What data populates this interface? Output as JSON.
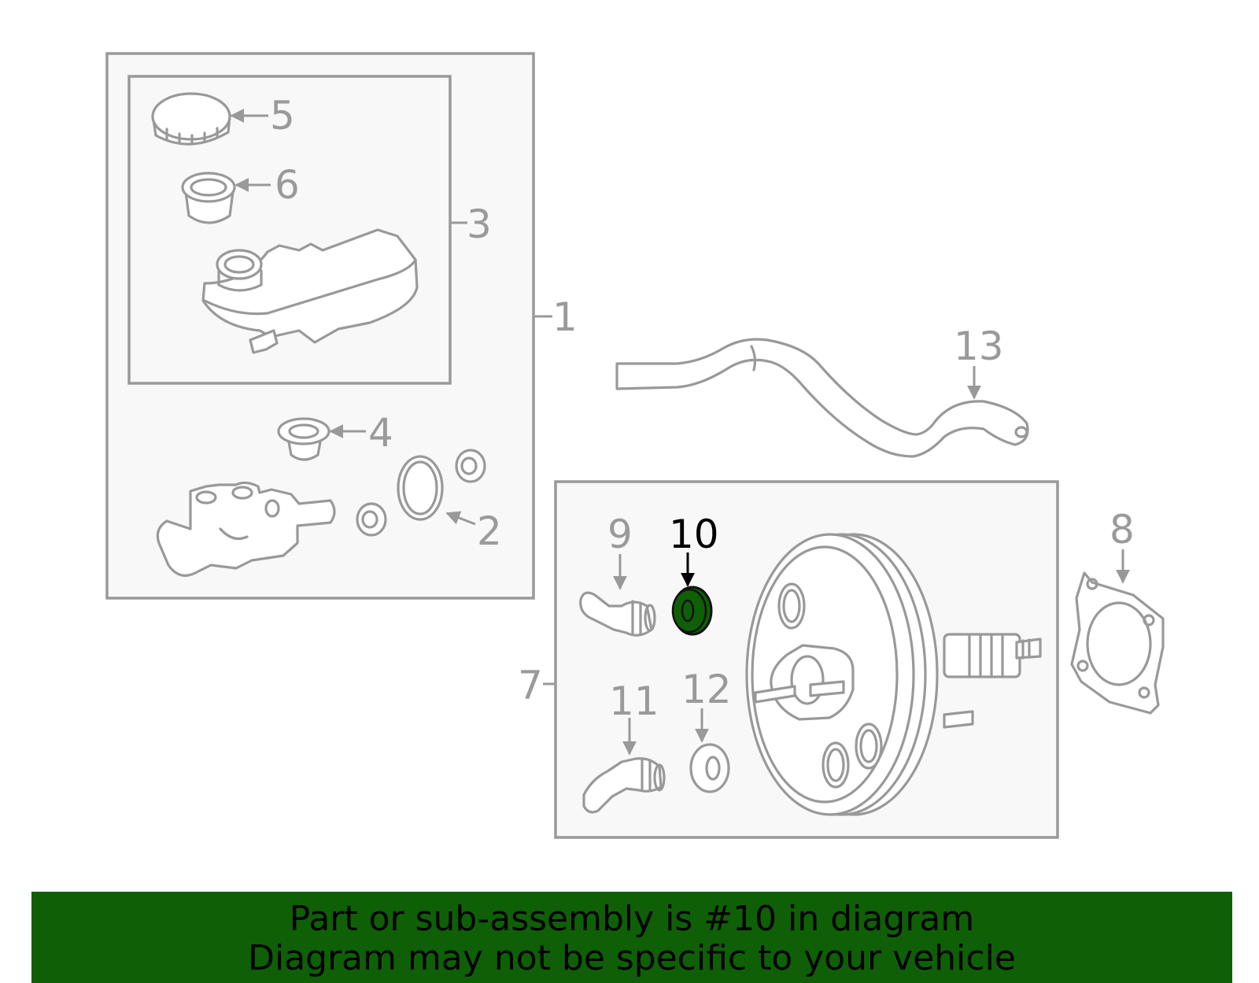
{
  "diagram": {
    "callouts": [
      {
        "id": "1",
        "text": "1"
      },
      {
        "id": "2",
        "text": "2"
      },
      {
        "id": "3",
        "text": "3"
      },
      {
        "id": "4",
        "text": "4"
      },
      {
        "id": "5",
        "text": "5"
      },
      {
        "id": "6",
        "text": "6"
      },
      {
        "id": "7",
        "text": "7"
      },
      {
        "id": "8",
        "text": "8"
      },
      {
        "id": "9",
        "text": "9"
      },
      {
        "id": "10",
        "text": "10"
      },
      {
        "id": "11",
        "text": "11"
      },
      {
        "id": "12",
        "text": "12"
      },
      {
        "id": "13",
        "text": "13"
      }
    ],
    "highlighted_part": "10",
    "highlight_color": "#0f5f07",
    "line_color": "#999999"
  },
  "banner": {
    "line1": "Part or sub-assembly is #10 in diagram",
    "line2": "Diagram may not be specific to your vehicle",
    "background": "#0f5f07"
  }
}
